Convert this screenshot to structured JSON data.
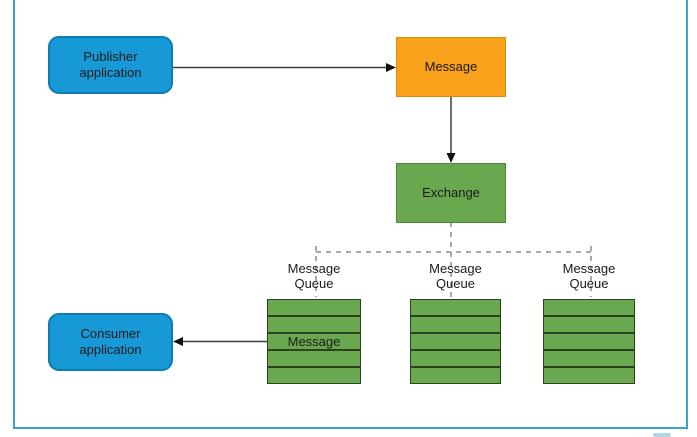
{
  "nodes": {
    "publisher": {
      "label": "Publisher application",
      "color": "#1699d6"
    },
    "message": {
      "label": "Message",
      "color": "#f9a11b"
    },
    "exchange": {
      "label": "Exchange",
      "color": "#6aa84f"
    },
    "consumer": {
      "label": "Consumer application",
      "color": "#1699d6"
    }
  },
  "queues": [
    {
      "label": "Message Queue",
      "rows": 5,
      "message_row_label": "Message"
    },
    {
      "label": "Message Queue",
      "rows": 5
    },
    {
      "label": "Message Queue",
      "rows": 5
    }
  ],
  "connectors": {
    "publisher_to_message": "solid-arrow",
    "message_to_exchange": "solid-arrow",
    "exchange_to_queues": "dashed",
    "queue_to_consumer": "solid-arrow"
  },
  "colors": {
    "frame_border": "#3aa3c9",
    "queue_green": "#6aa84f",
    "queue_divider": "#2b421f",
    "dashed_line": "#8c8c8c",
    "arrow_line": "#3f3f3f",
    "arrow_head": "#111111",
    "text": "#1a1a1a",
    "background": "#ffffff"
  }
}
